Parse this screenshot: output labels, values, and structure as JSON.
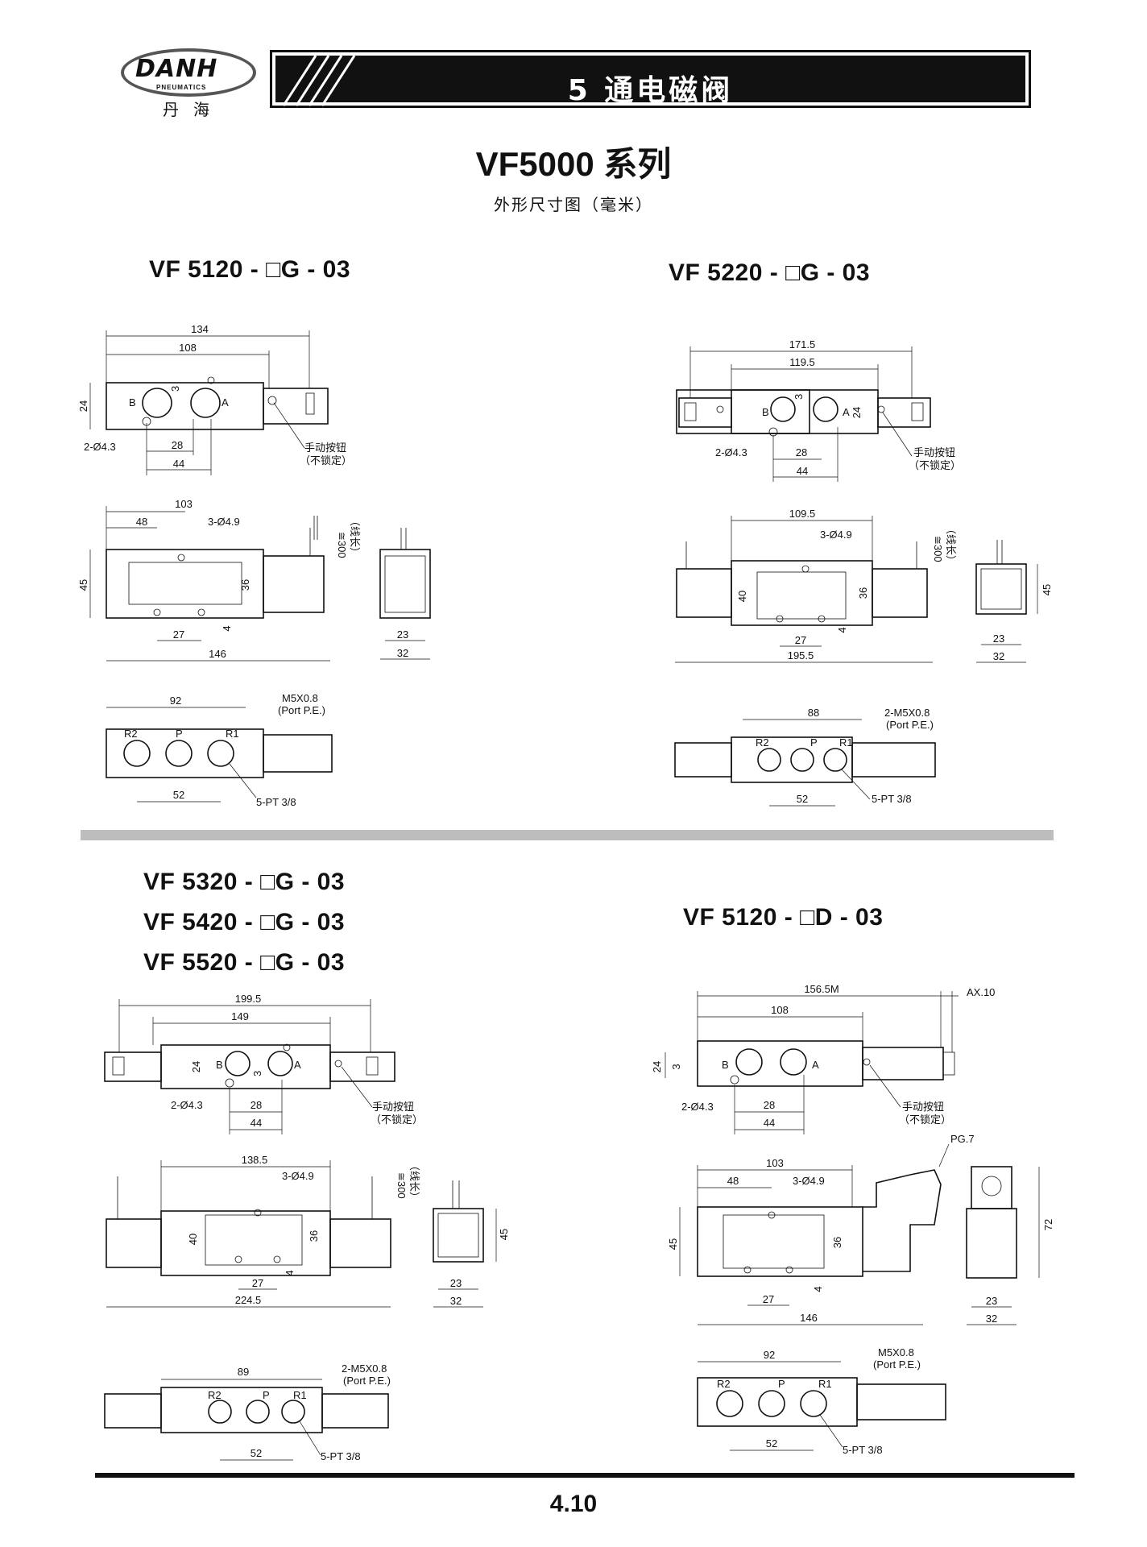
{
  "header": {
    "logo_text": "DANH",
    "logo_subtext": "PNEUMATICS",
    "logo_cn": "丹海",
    "section_title": "5 通电磁阀"
  },
  "series_title": "VF5000 系列",
  "subtitle": "外形尺寸图（毫米）",
  "page_number": "4.10",
  "manual_label": "手动按钮",
  "manual_label2": "（不锁定）",
  "wire_label": "≅300",
  "wire_label2": "（线长）",
  "drawings": {
    "d1": {
      "model": "VF 5120 - □G - 03",
      "top": {
        "dim_a": "134",
        "dim_b": "108",
        "h": "24",
        "small": "3",
        "hole": "2-Ø4.3",
        "p1": "28",
        "p2": "44",
        "port_b": "B",
        "port_a": "A"
      },
      "side": {
        "dim_a": "103",
        "dim_b": "48",
        "holes": "3-Ø4.9",
        "h": "45",
        "h2": "36",
        "p": "27",
        "s": "4",
        "len": "146",
        "end_w": "23",
        "end_w2": "32"
      },
      "bottom": {
        "dim": "92",
        "thread": "M5X0.8",
        "thread2": "(Port P.E.)",
        "r2": "R2",
        "p": "P",
        "r1": "R1",
        "pitch": "52",
        "port": "5-PT 3/8"
      }
    },
    "d2": {
      "model": "VF 5220 - □G - 03",
      "top": {
        "dim_a": "171.5",
        "dim_b": "119.5",
        "h": "24",
        "small": "3",
        "hole": "2-Ø4.3",
        "p1": "28",
        "p2": "44",
        "port_b": "B",
        "port_a": "A"
      },
      "side": {
        "dim_a": "109.5",
        "holes": "3-Ø4.9",
        "h": "40",
        "h2": "36",
        "p": "27",
        "s": "4",
        "len": "195.5",
        "end_w": "23",
        "end_w2": "32",
        "end_h": "45"
      },
      "bottom": {
        "dim": "88",
        "thread": "2-M5X0.8",
        "thread2": "(Port P.E.)",
        "r2": "R2",
        "p": "P",
        "r1": "R1",
        "pitch": "52",
        "port": "5-PT 3/8"
      }
    },
    "d3": {
      "models": [
        "VF 5320 - □G - 03",
        "VF 5420 - □G - 03",
        "VF 5520 - □G - 03"
      ],
      "top": {
        "dim_a": "199.5",
        "dim_b": "149",
        "h": "24",
        "small": "3",
        "hole": "2-Ø4.3",
        "p1": "28",
        "p2": "44",
        "port_b": "B",
        "port_a": "A"
      },
      "side": {
        "dim_a": "138.5",
        "holes": "3-Ø4.9",
        "h": "40",
        "h2": "36",
        "p": "27",
        "s": "4",
        "len": "224.5",
        "end_w": "23",
        "end_w2": "32",
        "end_h": "45"
      },
      "bottom": {
        "dim": "89",
        "thread": "2-M5X0.8",
        "thread2": "(Port P.E.)",
        "r2": "R2",
        "p": "P",
        "r1": "R1",
        "pitch": "52",
        "port": "5-PT 3/8"
      }
    },
    "d4": {
      "model": "VF 5120 - □D - 03",
      "top": {
        "dim_a": "156.5M",
        "dim_ax": "AX.10",
        "dim_b": "108",
        "h": "24",
        "small": "3",
        "hole": "2-Ø4.3",
        "p1": "28",
        "p2": "44",
        "port_b": "B",
        "port_a": "A"
      },
      "side": {
        "pg": "PG.7",
        "dim_a": "103",
        "dim_b": "48",
        "holes": "3-Ø4.9",
        "h": "45",
        "h2": "36",
        "p": "27",
        "s": "4",
        "len": "146",
        "end_w": "23",
        "end_w2": "32",
        "end_h": "72"
      },
      "bottom": {
        "dim": "92",
        "thread": "M5X0.8",
        "thread2": "(Port P.E.)",
        "r2": "R2",
        "p": "P",
        "r1": "R1",
        "pitch": "52",
        "port": "5-PT 3/8"
      }
    }
  }
}
